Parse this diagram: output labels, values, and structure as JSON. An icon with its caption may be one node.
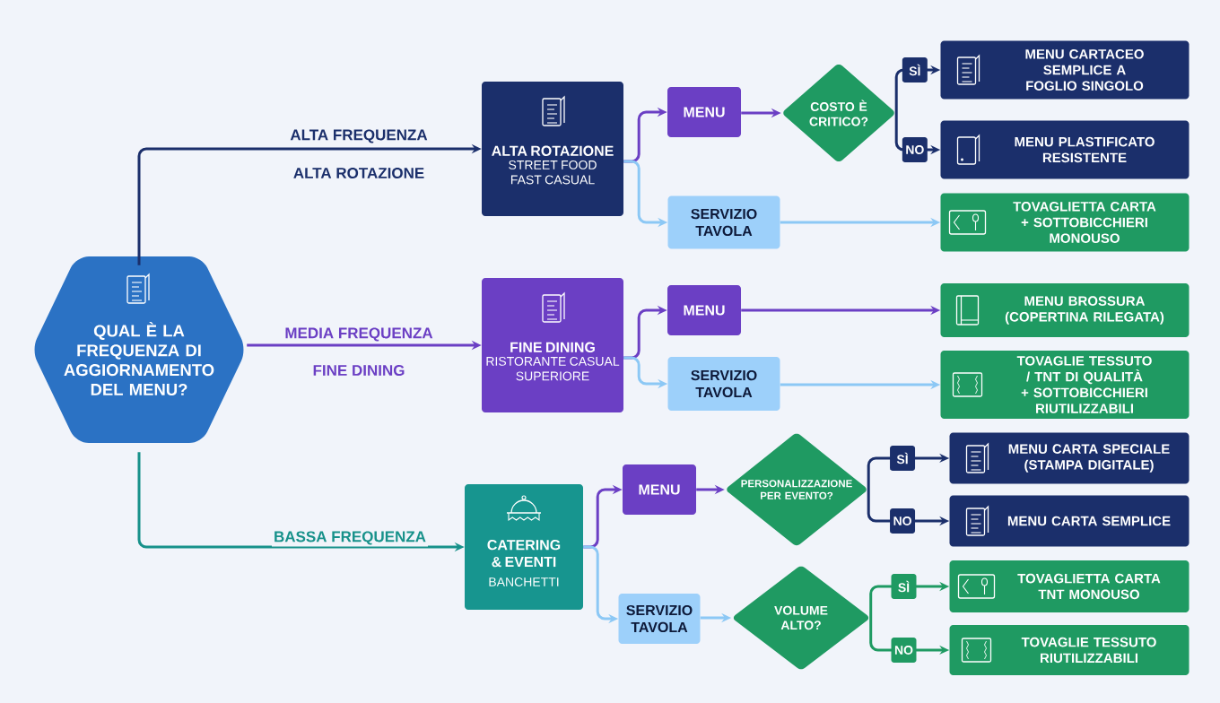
{
  "diagram": {
    "nodes": [
      {
        "text": [
          "QUAL È LA FREQUENZA DI AGGIORNAMENTO DEL MENU?"
        ]
      },
      {
        "text": [
          "ALTA ROTAZIONE",
          "STREET FOOD FAST CASUAL"
        ]
      },
      {
        "text": [
          "MENU"
        ]
      },
      {
        "text": [
          "COSTO È CRITICO?"
        ]
      },
      {
        "text": [
          "MENU CARTACEO SEMPLICE A FOGLIO SINGOLO"
        ]
      },
      {
        "text": [
          "MENU PLASTIFICATO RESISTENTE"
        ]
      },
      {
        "text": [
          "SERVIZIO TAVOLA"
        ]
      },
      {
        "text": [
          "TOVAGLIETTA CARTA + SOTTOBICCHIERI MONOUSO"
        ]
      },
      {
        "text": [
          "FINE DINING",
          "RISTORANTE CASUAL SUPERIORE"
        ]
      },
      {
        "text": [
          "MENU"
        ]
      },
      {
        "text": [
          "MENU BROSSURA (COPERTINA RILEGATA)"
        ]
      },
      {
        "text": [
          "SERVIZIO TAVOLA"
        ]
      },
      {
        "text": [
          "TOVAGLIE TESSUTO / TNT DI QUALITÀ + SOTTOBICCHIERI RIUTILIZZABILI"
        ]
      },
      {
        "text": [
          "CATERING & EVENTI",
          "BANCHETTI"
        ]
      },
      {
        "text": [
          "MENU"
        ]
      },
      {
        "text": [
          "PERSONALIZZAZIONE PER EVENTO?"
        ]
      },
      {
        "text": [
          "MENU CARTA SPECIALE (STAMPA DIGITALE)"
        ]
      },
      {
        "text": [
          "MENU CARTA SEMPLICE"
        ]
      },
      {
        "text": [
          "SERVIZIO TAVOLA"
        ]
      },
      {
        "text": [
          "VOLUME ALTO?"
        ]
      },
      {
        "text": [
          "TOVAGLIETTA CARTA TNT MONOUSO"
        ]
      },
      {
        "text": [
          "TOVAGLIE TESSUTO RIUTILIZZABILI"
        ]
      }
    ],
    "edges": [
      {
        "from": 0,
        "to": 1,
        "arrow": "to",
        "label": "ALTA FREQUENZA",
        "color": "#1b2f6b"
      },
      {
        "from": 0,
        "to": 8,
        "arrow": "to",
        "label": "MEDIA FREQUENZA"
      },
      {
        "from": 0,
        "to": 13,
        "arrow": "to",
        "label": "BASSA FREQUENZA",
        "color": "#17918a"
      },
      {
        "from": 1,
        "to": 2,
        "arrow": "to"
      },
      {
        "from": 1,
        "to": 6,
        "arrow": "to",
        "color": "#8cc8f5"
      },
      {
        "from": 2,
        "to": 3,
        "arrow": "to"
      },
      {
        "from": 3,
        "to": 4,
        "arrow": "to",
        "label": "SÌ",
        "color": "#1b2f6b"
      },
      {
        "from": 3,
        "to": 5,
        "arrow": "to",
        "label": "NO",
        "color": "#1b2f6b"
      },
      {
        "from": 6,
        "to": 7,
        "arrow": "to",
        "color": "#8cc8f5"
      },
      {
        "from": 8,
        "to": 9,
        "arrow": "to"
      },
      {
        "from": 8,
        "to": 11,
        "arrow": "to",
        "color": "#8cc8f5"
      },
      {
        "from": 9,
        "to": 10,
        "arrow": "to"
      },
      {
        "from": 11,
        "to": 12,
        "arrow": "to",
        "color": "#8cc8f5"
      },
      {
        "from": 13,
        "to": 14,
        "arrow": "to"
      },
      {
        "from": 13,
        "to": 18,
        "arrow": "to",
        "color": "#8cc8f5"
      },
      {
        "from": 14,
        "to": 15,
        "arrow": "to"
      },
      {
        "from": 15,
        "to": 16,
        "arrow": "to",
        "label": "SÌ",
        "color": "#1b2f6b"
      },
      {
        "from": 15,
        "to": 17,
        "arrow": "to",
        "label": "NO",
        "color": "#1b2f6b"
      },
      {
        "from": 18,
        "to": 19,
        "arrow": "to",
        "color": "#8cc8f5"
      },
      {
        "from": 19,
        "to": 20,
        "arrow": "to",
        "label": "SÌ",
        "color": "#1f9a62"
      },
      {
        "from": 19,
        "to": 21,
        "arrow": "to",
        "label": "NO",
        "color": "#1f9a62"
      }
    ],
    "labels": [
      "ALTA ROTAZIONE",
      "FINE DINING"
    ]
  }
}
